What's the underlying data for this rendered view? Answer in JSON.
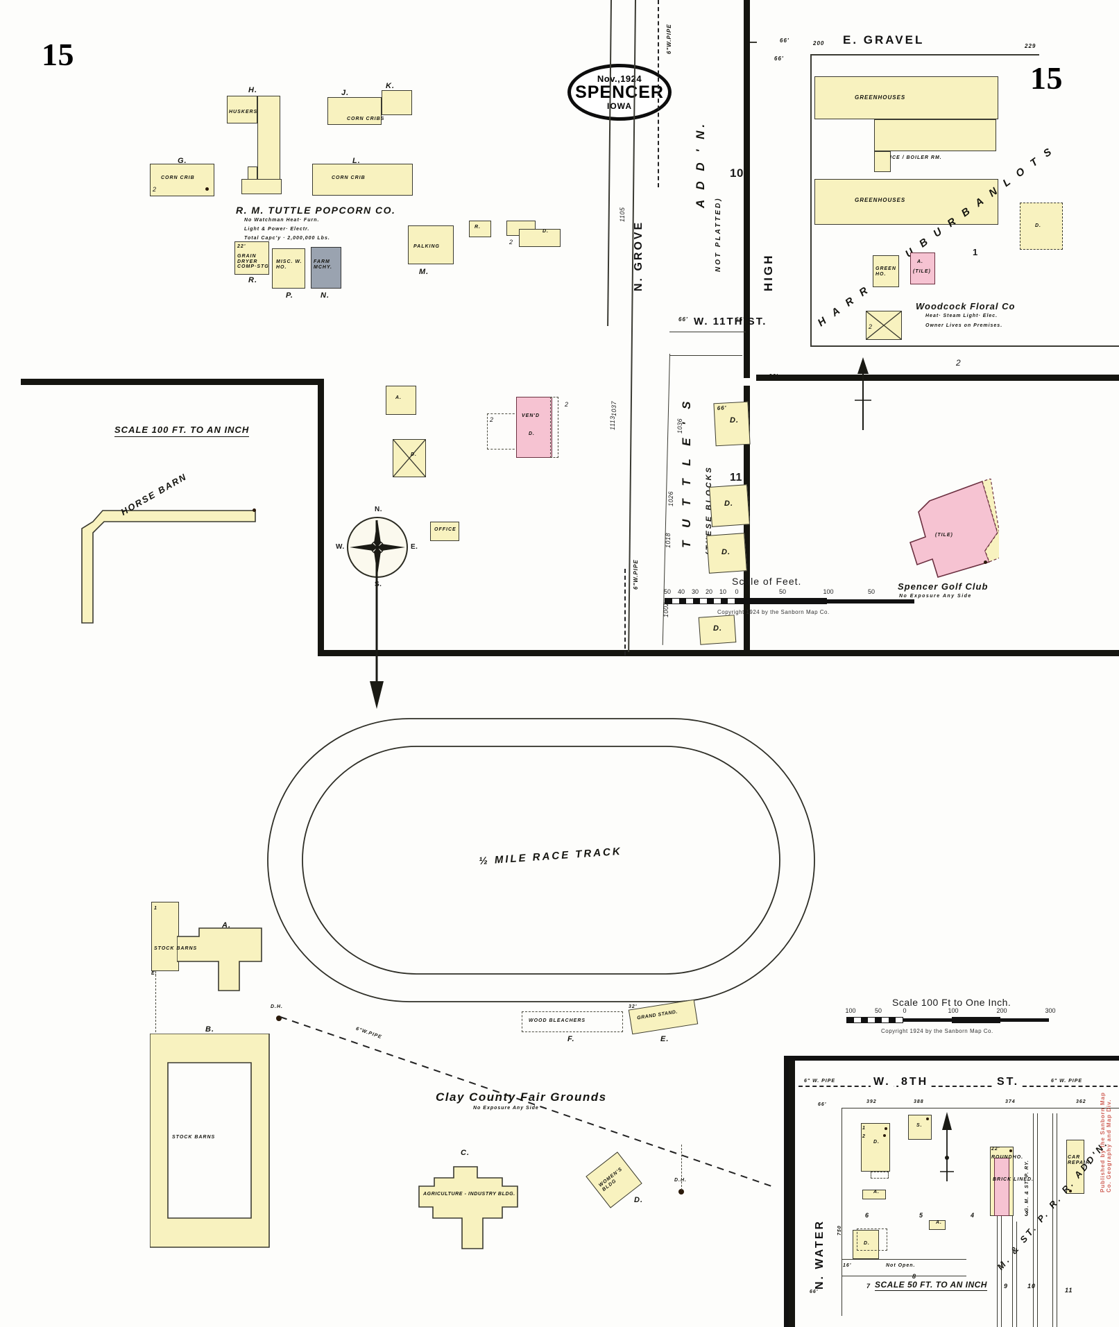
{
  "sheet": {
    "page_number_left": "15",
    "page_number_right": "15",
    "cartouche": {
      "date": "Nov.,1924",
      "city": "SPENCER",
      "state": "IOWA"
    }
  },
  "streets": [
    {
      "name": "E.   GRAVEL"
    },
    {
      "name": "HIGH"
    },
    {
      "name": "N.  GROVE"
    },
    {
      "name": "W. 11TH ST."
    },
    {
      "name": "N. WATER"
    },
    {
      "name": "W.   8TH   ST."
    }
  ],
  "street_labels": {
    "e_gravel": "E.  GRAVEL",
    "high": "HIGH",
    "n_grove": "N.  GROVE",
    "w_11th": "W. 11TH ST.",
    "n_water": "N. WATER",
    "w_8th_a": "W.",
    "w_8th_b": "8TH",
    "w_8th_c": "ST."
  },
  "annotations": {
    "addn": "A D D ' N.",
    "not_platted": "NOT PLATTED)",
    "tuttles": "T U T T L E ' S",
    "tuttles_sub": "(THESE  BLOCKS",
    "harris": "H A R R I S",
    "suburban_lots": "S U B U R B A N   L O T S",
    "mstp_addn": "M. & ST. P. R. R.  ADD'N.",
    "mstp_rail": "G. M. & ST. P. RY.",
    "not_open": "Not  Open.",
    "pipe_6w": "6\" W. PIPE",
    "pipe_6w2": "6\" W. PIPE",
    "pipe_6w3": "6\"W.PIPE",
    "pipe_6w4": "6\"W.PIPE",
    "pipe_6w5": "6\"W.PIPE",
    "dh_1": "D.H.",
    "dh_2": "D.H."
  },
  "blocks": {
    "b10": "10",
    "b11": "11",
    "b1": "1",
    "b2": "2",
    "b2b": "2"
  },
  "businesses": [
    {
      "id": "tuttle-popcorn",
      "name": "R. M. TUTTLE POPCORN CO.",
      "lines": [
        "No Watchman      Heat· Furn.",
        "Light & Power· Electr.",
        "Total Capc'y · 2,000,000 Lbs."
      ]
    },
    {
      "id": "woodcock-floral",
      "name": "Woodcock Floral Co",
      "lines": [
        "Heat· Steam  Light· Elec.",
        "Owner Lives on Premises."
      ]
    },
    {
      "id": "spencer-golf-club",
      "name": "Spencer Golf Club",
      "lines": [
        "No Exposure Any Side"
      ]
    },
    {
      "id": "clay-county-fair",
      "name": "Clay County Fair Grounds",
      "lines": [
        "No Exposure Any Side"
      ]
    }
  ],
  "structures": {
    "corn_crib_g": "CORN CRIB",
    "corn_cribs_j": "CORN CRIBS",
    "corn_crib_l": "CORN CRIB",
    "huskers": "HUSKERS",
    "grain_dryer": "GRAIN DRYER COMP·STG",
    "misc_wh": "MISC. W. HO.",
    "farm_mchy": "FARM MCHY.",
    "palking": "PALKING",
    "office_small": "OFFICE",
    "vend": "VEN'D",
    "greenhouses_1": "GREENHOUSES",
    "greenhouses_2": "GREENHOUSES",
    "office_boiler": "OFFICE  / BOILER  RM.",
    "green_ho": "GREEN HO.",
    "tile_small": "(TILE)",
    "tile_golf": "(TILE)",
    "horse_barn": "HORSE  BARN",
    "race_track": "½ MILE  RACE  TRACK",
    "wood_bleachers": "WOOD  BLEACHERS",
    "grand_stand": "GRAND STAND.",
    "stock_barns_a": "STOCK BARNS",
    "stock_barns_b": "STOCK BARNS",
    "agri_industry": "AGRICULTURE - INDUSTRY BLDG.",
    "womens_bldg": "WOMEN'S BLDG",
    "roundhouse": "ROUNDHO.",
    "brick_lined": "BRICK LINED.",
    "car_repair": "CAR REPAIR"
  },
  "key_letters": {
    "g": "G.",
    "h": "H.",
    "j": "J.",
    "k": "K.",
    "l": "L.",
    "m": "M.",
    "n": "N.",
    "p": "P.",
    "r": "R.",
    "a_stock": "A.",
    "b_stock": "B.",
    "c_agri": "C.",
    "d_women": "D.",
    "e_grand": "E.",
    "f_bleach": "F."
  },
  "scales": {
    "left_note": "SCALE 100 FT. TO AN INCH",
    "feet_title": "Scale of Feet.",
    "feet_ticks": [
      "50",
      "40",
      "30",
      "20",
      "10",
      "0",
      "50",
      "100",
      "50"
    ],
    "feet_copyright": "Copyright 1924 by the Sanborn Map Co.",
    "right_title": "Scale 100 Ft to One Inch.",
    "right_ticks": [
      "100",
      "50",
      "0",
      "100",
      "200",
      "300"
    ],
    "right_copyright": "Copyright 1924 by the Sanborn Map Co.",
    "inset_title": "SCALE  50 FT. TO AN INCH"
  },
  "dimensions": {
    "d200": "200",
    "d229": "229",
    "d66a": "66'",
    "d66b": "66'",
    "d66c": "66'",
    "d66d": "66'",
    "d66e": "66'",
    "d66f": "66'",
    "d1113": "1113",
    "d1105": "1105",
    "d1037": "1037",
    "d1113b": "1113",
    "d1036": "1036",
    "d1026": "1026",
    "d1018": "1018",
    "d1002": "1002",
    "d392": "392",
    "d388": "388",
    "d374": "374",
    "d362": "362",
    "d750": "750",
    "d16": "16'",
    "d32": "32'",
    "d22": "22'"
  },
  "inset_numbers": {
    "n3": "3",
    "n4": "4",
    "n5": "5",
    "n6": "6",
    "n7": "7",
    "n8": "8",
    "n9": "9",
    "n10": "10",
    "n11": "11"
  },
  "inset_letters": {
    "d1": "D.",
    "s1": "S.",
    "a1": "A.",
    "a2": "A.",
    "d2": "D."
  },
  "red_stamp": "Published by the Sanborn Map Co. Geography and Map Div.",
  "colors": {
    "frame_wood": "#f8f2bf",
    "brick": "#f6c3d2",
    "iron_metal": "#9aa3b0",
    "ink": "#14140f",
    "road": "#151510",
    "stamp_red": "#c9493f"
  }
}
